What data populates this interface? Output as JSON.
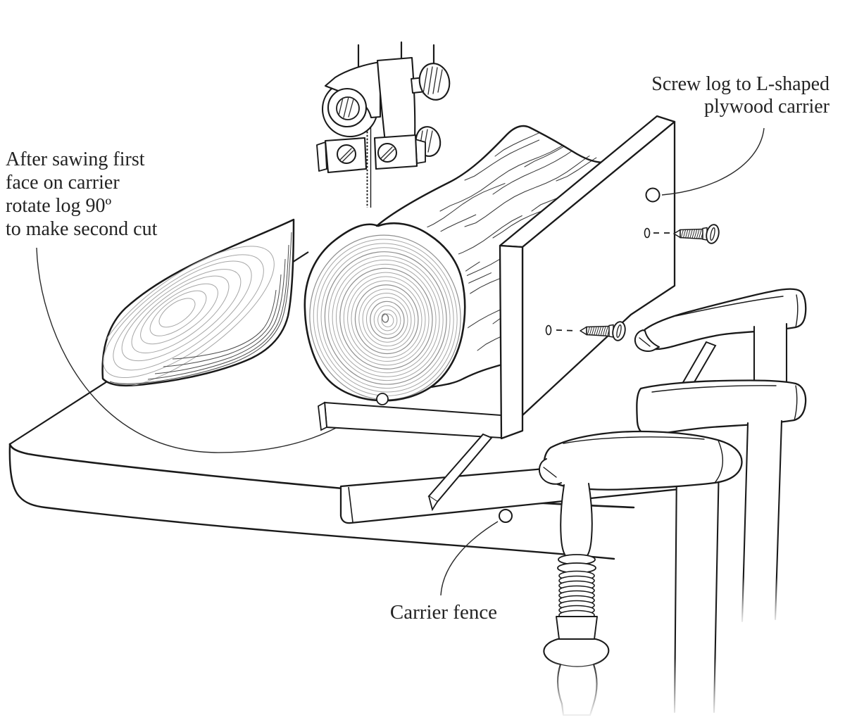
{
  "labels": {
    "rotate_note": {
      "line1": "After sawing first",
      "line2": "face on carrier",
      "line3": "rotate log 90º",
      "line4": "to make second cut"
    },
    "screw_note": {
      "line1": "Screw log to L-shaped",
      "line2": "plywood carrier"
    },
    "fence_note": {
      "label": "Carrier fence"
    }
  },
  "colors": {
    "line": "#1a1a1a",
    "ring": "#a6a6a6",
    "text": "#232323",
    "background": "#ffffff"
  }
}
